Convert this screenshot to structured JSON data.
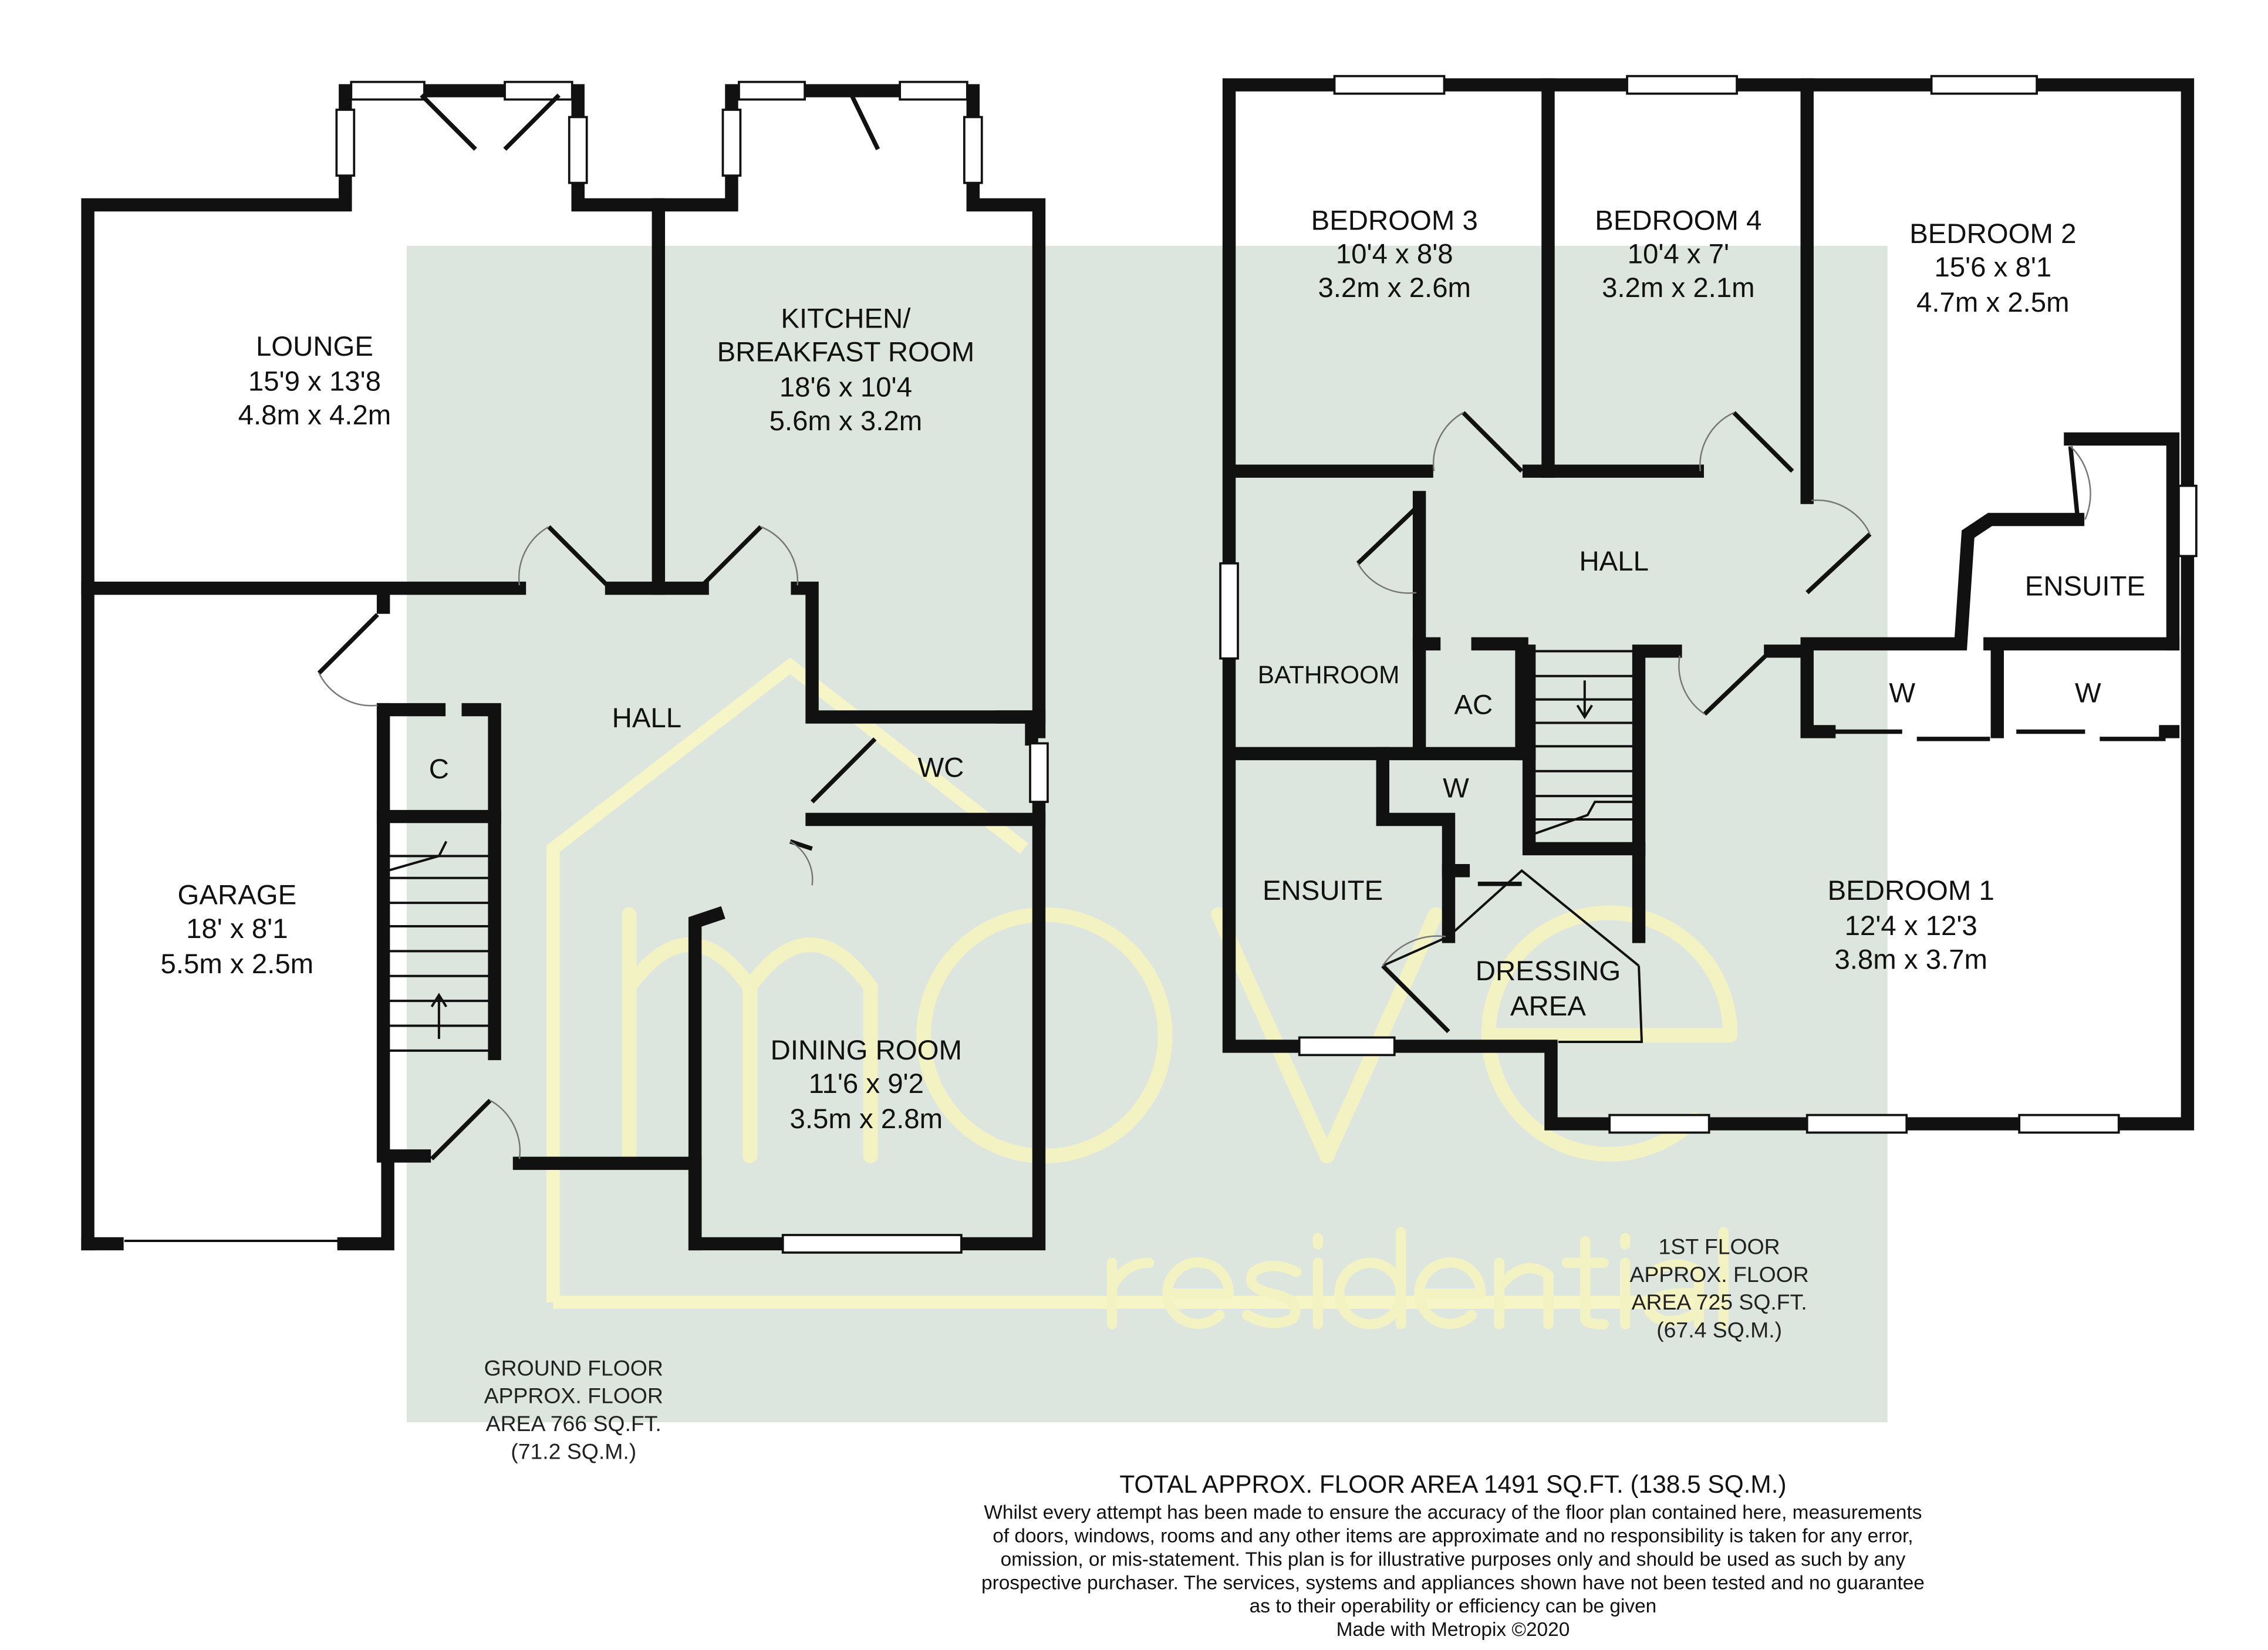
{
  "watermark": {
    "brand": "move",
    "sub": "residential"
  },
  "colors": {
    "background_panel": "#dde5df",
    "walls": "#111111",
    "watermark": "#f7f6cc"
  },
  "ground_floor": {
    "rooms": [
      {
        "name": "LOUNGE",
        "imperial": "15'9 x 13'8",
        "metric": "4.8m x 4.2m"
      },
      {
        "name": "KITCHEN/",
        "name2": "BREAKFAST ROOM",
        "imperial": "18'6 x 10'4",
        "metric": "5.6m x 3.2m"
      },
      {
        "name": "GARAGE",
        "imperial": "18' x 8'1",
        "metric": "5.5m x 2.5m"
      },
      {
        "name": "DINING ROOM",
        "imperial": "11'6 x 9'2",
        "metric": "3.5m x 2.8m"
      }
    ],
    "labels": {
      "hall": "HALL",
      "wc": "WC",
      "cupboard": "C"
    },
    "area": [
      "GROUND FLOOR",
      "APPROX. FLOOR",
      "AREA 766 SQ.FT.",
      "(71.2 SQ.M.)"
    ]
  },
  "first_floor": {
    "rooms": [
      {
        "name": "BEDROOM 3",
        "imperial": "10'4 x 8'8",
        "metric": "3.2m x 2.6m"
      },
      {
        "name": "BEDROOM 4",
        "imperial": "10'4 x 7'",
        "metric": "3.2m x 2.1m"
      },
      {
        "name": "BEDROOM 2",
        "imperial": "15'6 x 8'1",
        "metric": "4.7m x 2.5m"
      },
      {
        "name": "BEDROOM 1",
        "imperial": "12'4 x 12'3",
        "metric": "3.8m x 3.7m"
      }
    ],
    "labels": {
      "hall": "HALL",
      "bathroom": "BATHROOM",
      "ac": "AC",
      "ensuite1": "ENSUITE",
      "ensuite2": "ENSUITE",
      "wardrobe1": "W",
      "wardrobe2": "W",
      "wardrobe3": "W",
      "dressing1": "DRESSING",
      "dressing2": "AREA"
    },
    "area": [
      "1ST FLOOR",
      "APPROX. FLOOR",
      "AREA 725 SQ.FT.",
      "(67.4 SQ.M.)"
    ]
  },
  "footer": {
    "total": "TOTAL APPROX. FLOOR AREA 1491 SQ.FT. (138.5 SQ.M.)",
    "disclaimer": [
      "Whilst every attempt has been made to ensure the accuracy of the floor plan contained here, measurements",
      "of doors, windows, rooms and any other items are approximate and no responsibility is taken for any error,",
      "omission, or mis-statement. This plan is for illustrative purposes only and should be used as such by any",
      "prospective purchaser. The services, systems and appliances shown have not been tested and no guarantee",
      "as to their operability or efficiency can be given"
    ],
    "credit": "Made with Metropix ©2020"
  }
}
